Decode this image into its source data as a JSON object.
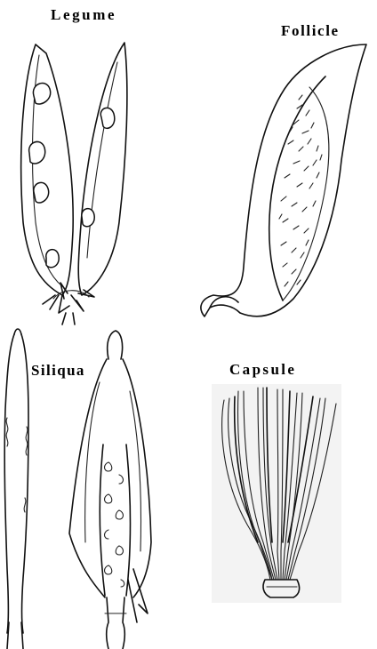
{
  "labels": {
    "legume": "Legume",
    "follicle": "Follicle",
    "siliqua": "Siliqua",
    "capsule": "Capsule"
  },
  "illustrations": [
    {
      "name": "legume-pod",
      "label": "Legume"
    },
    {
      "name": "follicle-pod",
      "label": "Follicle"
    },
    {
      "name": "siliqua-pod",
      "label": "Siliqua"
    },
    {
      "name": "capsule-fruit",
      "label": "Capsule"
    }
  ]
}
